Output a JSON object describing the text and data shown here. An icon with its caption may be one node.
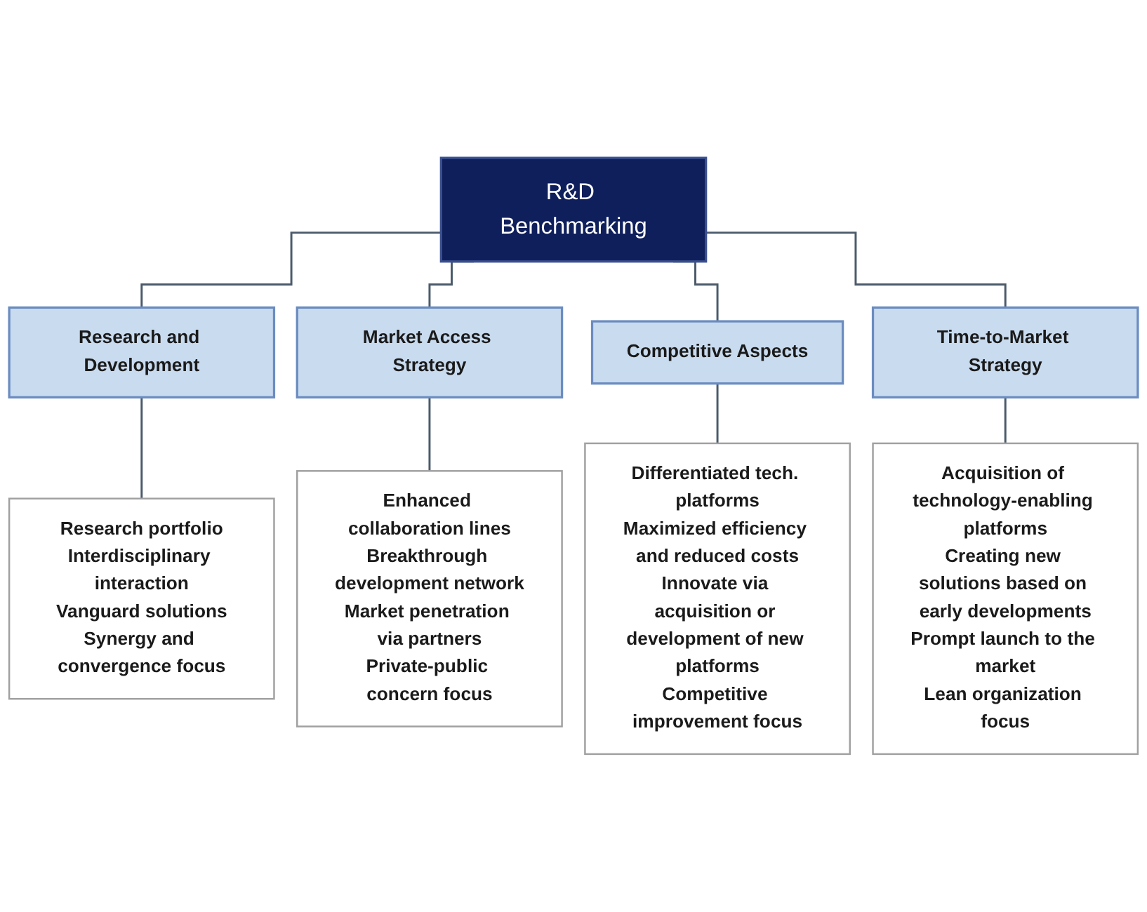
{
  "diagram": {
    "nodes": [
      {
        "text": [
          "R&D Benchmarking"
        ]
      },
      {
        "text": [
          "Research and Development"
        ]
      },
      {
        "text": [
          "Market Access Strategy"
        ]
      },
      {
        "text": [
          "Competitive Aspects"
        ]
      },
      {
        "text": [
          "Time-to-Market Strategy"
        ]
      },
      {
        "text": [
          "Research portfolio",
          "Interdisciplinary interaction",
          "Vanguard solutions",
          "Synergy and convergence focus"
        ]
      },
      {
        "text": [
          "Enhanced collaboration lines",
          "Breakthrough development network",
          "Market penetration via partners",
          "Private-public concern focus"
        ]
      },
      {
        "text": [
          "Differentiated tech. platforms",
          "Maximized efficiency and reduced costs",
          "Innovate via acquisition or development of new platforms",
          "Competitive improvement focus"
        ]
      },
      {
        "text": [
          "Acquisition of technology-enabling platforms",
          "Creating new solutions based on early developments",
          "Prompt launch to the market",
          "Lean organization focus"
        ]
      }
    ],
    "edges": [
      {
        "from": 0,
        "to": 1,
        "arrow": "none"
      },
      {
        "from": 0,
        "to": 2,
        "arrow": "none"
      },
      {
        "from": 0,
        "to": 3,
        "arrow": "none"
      },
      {
        "from": 0,
        "to": 4,
        "arrow": "none"
      },
      {
        "from": 1,
        "to": 5,
        "arrow": "none"
      },
      {
        "from": 2,
        "to": 6,
        "arrow": "none"
      },
      {
        "from": 3,
        "to": 7,
        "arrow": "none"
      },
      {
        "from": 4,
        "to": 8,
        "arrow": "none"
      }
    ]
  }
}
